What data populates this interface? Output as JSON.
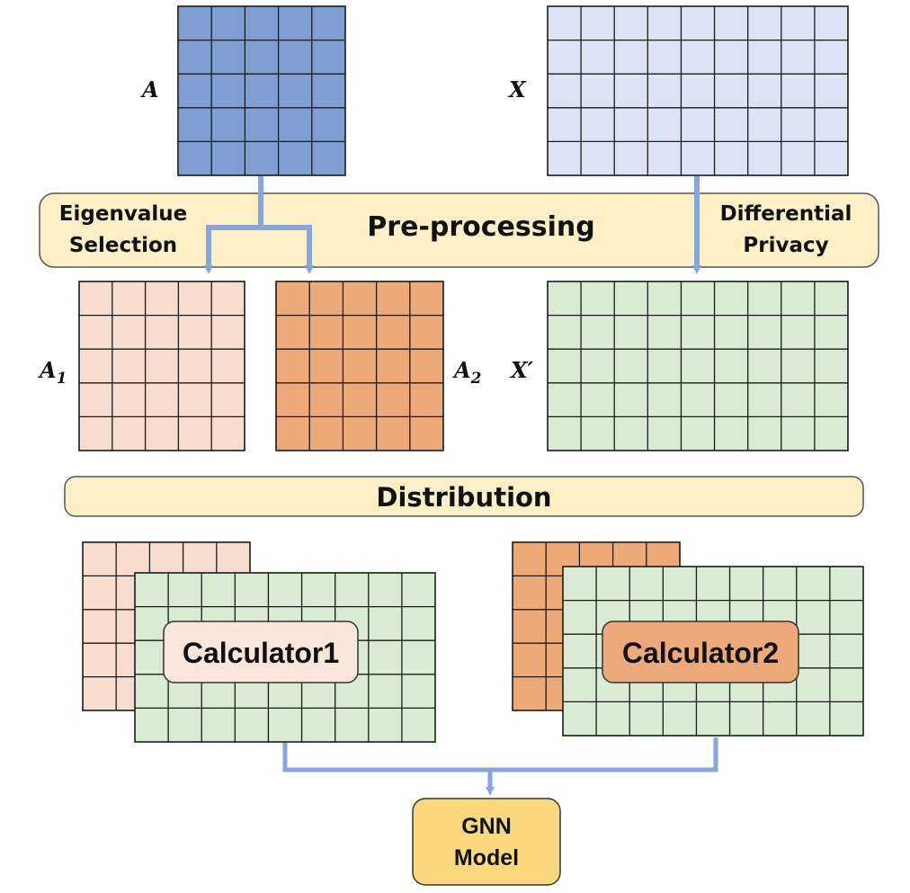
{
  "colors": {
    "matrix_a": "#7f9fd2",
    "matrix_x": "#dbe4f5",
    "matrix_a1": "#f7ddd0",
    "matrix_a2": "#eea978",
    "matrix_xp": "#d9ebd3",
    "bar_fill": "#fdefc6",
    "gnn_fill": "#fad97e",
    "arrow": "#86a6dc",
    "grid_line": "#1a1a1a"
  },
  "labels": {
    "A": "A",
    "X": "X",
    "A1_base": "A",
    "A1_sub": "1",
    "A2_base": "A",
    "A2_sub": "2",
    "Xp": "X′"
  },
  "preprocessing": {
    "title": "Pre-processing",
    "left_line1": "Eigenvalue",
    "left_line2": "Selection",
    "right_line1": "Differential",
    "right_line2": "Privacy"
  },
  "distribution": {
    "title": "Distribution"
  },
  "calculators": {
    "calc1": "Calculator1",
    "calc2": "Calculator2"
  },
  "gnn": {
    "line1": "GNN",
    "line2": "Model"
  }
}
